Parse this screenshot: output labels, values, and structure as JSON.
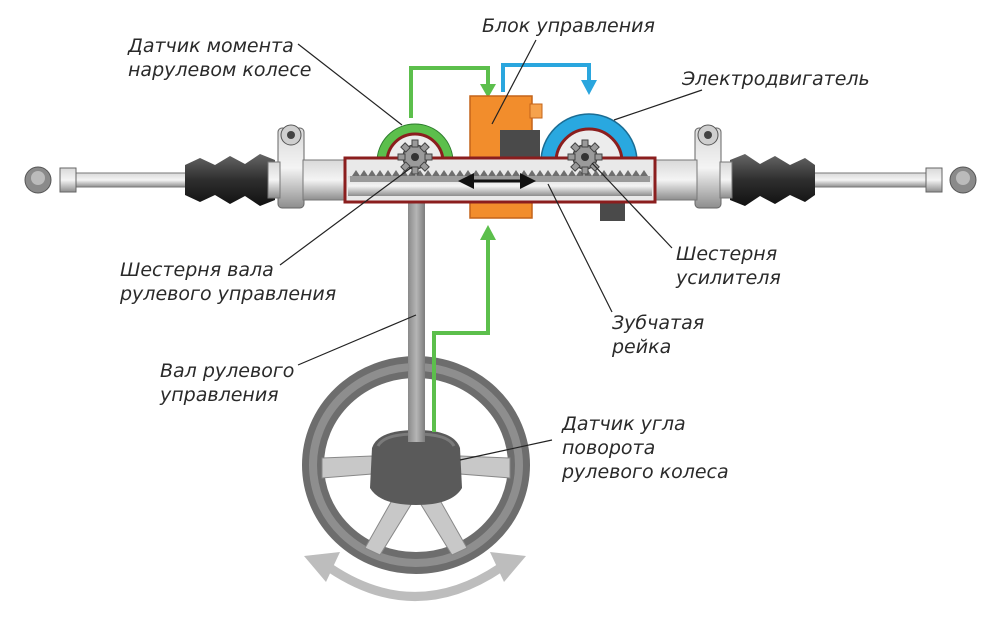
{
  "labels": {
    "torque_sensor": [
      "Датчик момента",
      "нарулевом колесе"
    ],
    "control_unit": [
      "Блок управления"
    ],
    "electric_motor": [
      "Электродвигатель"
    ],
    "steering_shaft_pinion": [
      "Шестерня вала",
      "рулевого управления"
    ],
    "assist_pinion": [
      "Шестерня",
      "усилителя"
    ],
    "gear_rack": [
      "Зубчатая",
      "рейка"
    ],
    "steering_shaft": [
      "Вал рулевого",
      "управления"
    ],
    "angle_sensor": [
      "Датчик угла",
      "поворота",
      "рулевого колеса"
    ]
  },
  "colors": {
    "signal_green": "#5cbf4c",
    "signal_blue": "#2aa6de",
    "control_unit_orange": "#f28d2c",
    "motor_blue": "#29a8e0",
    "housing_red": "#8b1e1e",
    "metal_gray": "#9a9a9a",
    "wheel_gray": "#777777",
    "rotation_arrow_gray": "#bdbdbd"
  },
  "icons": {
    "rack_motion": "double-headed-arrow",
    "wheel_rotation": "curved-double-arrow"
  }
}
